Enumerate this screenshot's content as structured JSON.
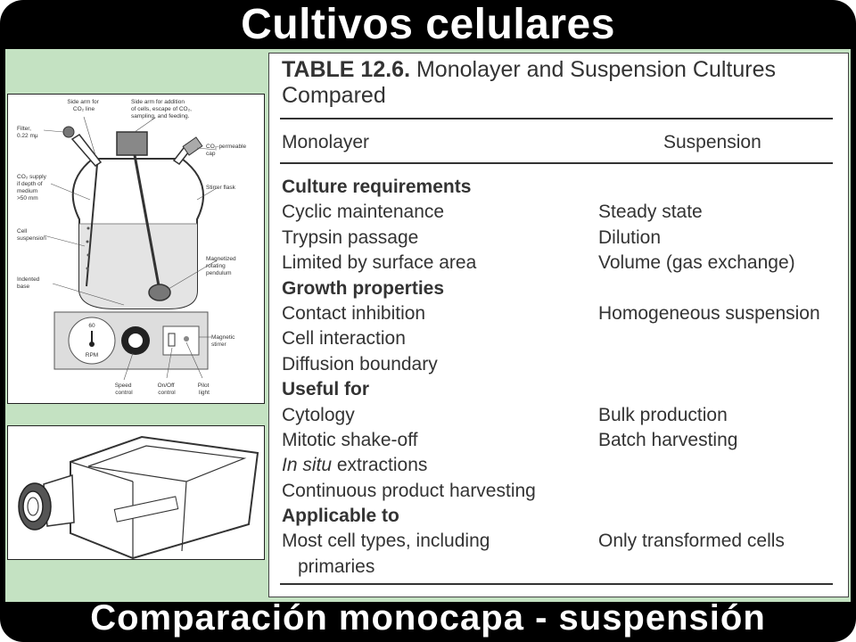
{
  "slide": {
    "title": "Cultivos celulares",
    "subtitle": "Comparación monocapa - suspensión"
  },
  "figure_stirrer": {
    "labels": {
      "side_arm_co2": [
        "Side arm for",
        "CO₂ line"
      ],
      "side_arm_addition": [
        "Side arm for addition",
        "of cells, escape of CO₂,",
        "sampling, and feeding."
      ],
      "filter": [
        "Filter,",
        "0.22 mμ"
      ],
      "co2_cap": [
        "CO₂-permeable",
        "cap"
      ],
      "co2_supply": [
        "CO₂ supply",
        "if depth of",
        "medium",
        ">50 mm"
      ],
      "stirrer_flask": "Stirrer flask",
      "cell_suspension": [
        "Cell",
        "suspension"
      ],
      "pendulum": [
        "Magnetized",
        "rotating",
        "pendulum"
      ],
      "indented_base": [
        "Indented",
        "base"
      ],
      "magnetic_stirrer": [
        "Magnetic",
        "stirrer"
      ],
      "dial_value": "60",
      "dial_unit": "RPM",
      "speed_control": [
        "Speed",
        "control"
      ],
      "onoff_control": [
        "On/Off",
        "control"
      ],
      "pilot_light": [
        "Pilot",
        "light"
      ]
    }
  },
  "table": {
    "number": "TABLE 12.6.",
    "caption_line1": "Monolayer and Suspension Cultures",
    "caption_line2": "Compared",
    "col_monolayer": "Monolayer",
    "col_suspension": "Suspension",
    "rows": [
      {
        "kind": "section",
        "c1": "Culture requirements",
        "c2": ""
      },
      {
        "kind": "item",
        "c1": "Cyclic maintenance",
        "c2": "Steady state"
      },
      {
        "kind": "item",
        "c1": "Trypsin passage",
        "c2": "Dilution"
      },
      {
        "kind": "item",
        "c1": "Limited by surface area",
        "c2": "Volume (gas exchange)"
      },
      {
        "kind": "section",
        "c1": "Growth properties",
        "c2": ""
      },
      {
        "kind": "item",
        "c1": "Contact inhibition",
        "c2": "Homogeneous suspension"
      },
      {
        "kind": "item",
        "c1": "Cell interaction",
        "c2": ""
      },
      {
        "kind": "item",
        "c1": "Diffusion boundary",
        "c2": ""
      },
      {
        "kind": "section",
        "c1": "Useful for",
        "c2": ""
      },
      {
        "kind": "item",
        "c1": "Cytology",
        "c2": "Bulk production"
      },
      {
        "kind": "item",
        "c1": "Mitotic shake-off",
        "c2": "Batch harvesting"
      },
      {
        "kind": "italic",
        "c1_italic": "In situ",
        "c1": " extractions",
        "c2": ""
      },
      {
        "kind": "item",
        "c1": "Continuous product harvesting",
        "c2": ""
      },
      {
        "kind": "section",
        "c1": "Applicable to",
        "c2": ""
      },
      {
        "kind": "item",
        "c1": "Most cell types, including",
        "c2": "Only transformed cells"
      },
      {
        "kind": "indent",
        "c1": "primaries",
        "c2": ""
      }
    ]
  }
}
